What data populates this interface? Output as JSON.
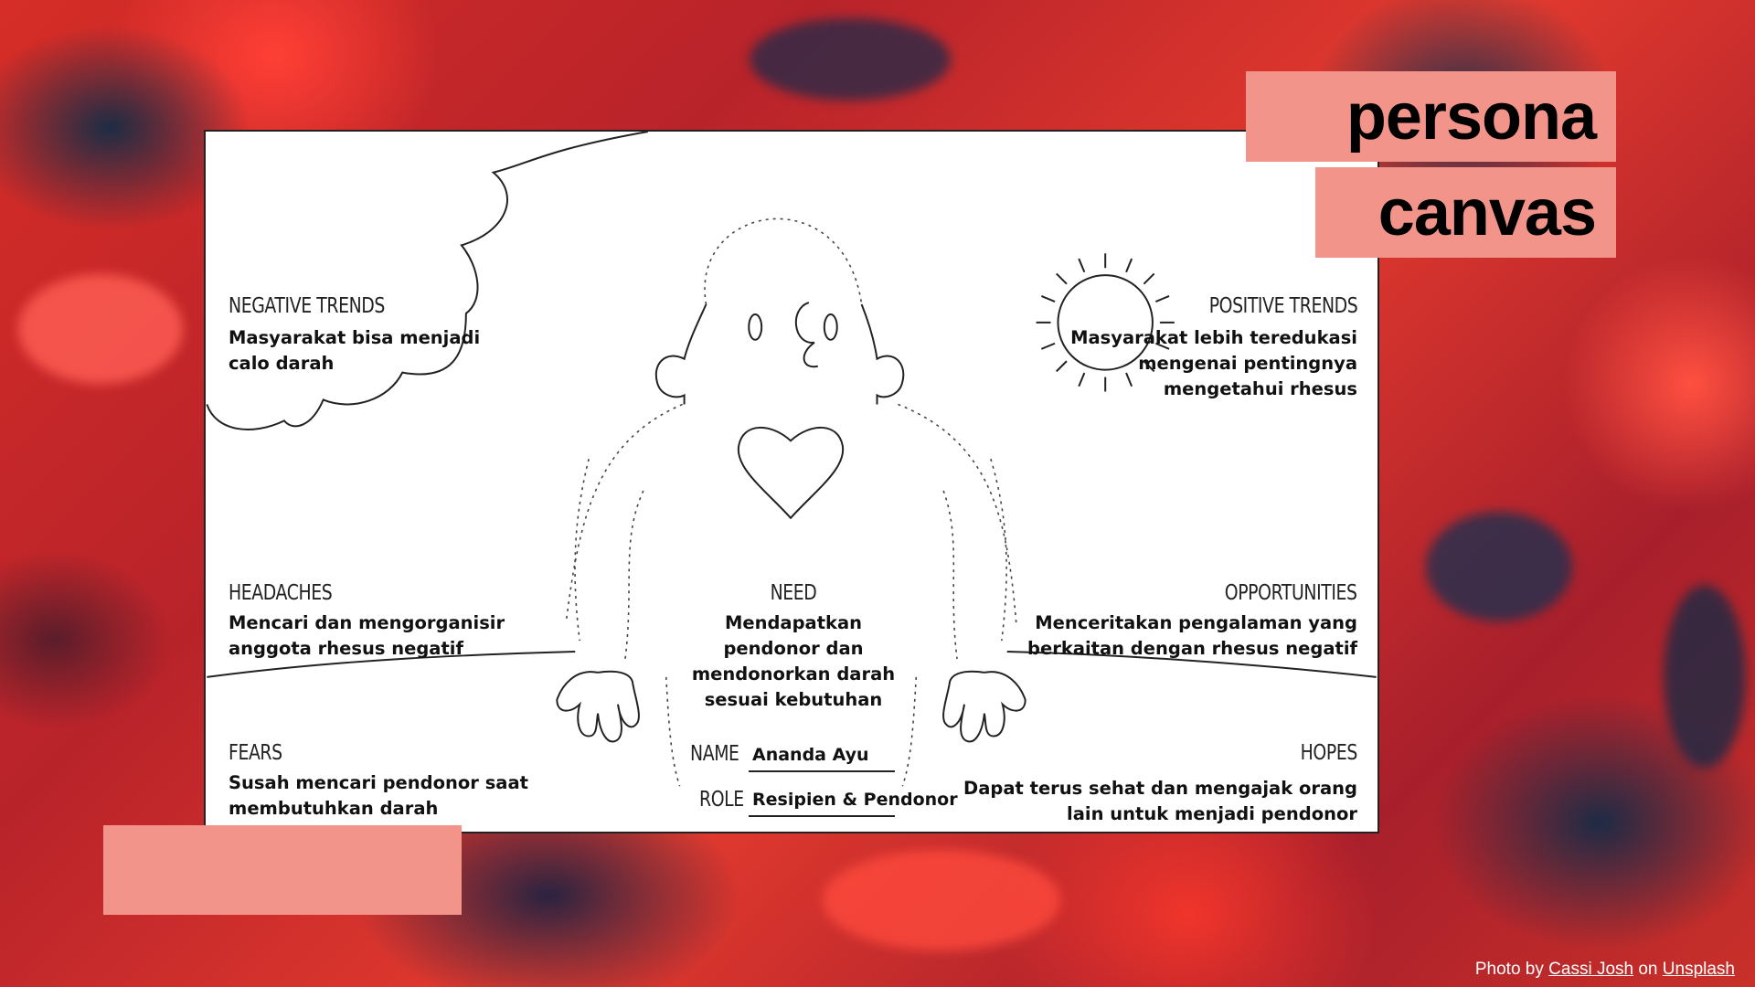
{
  "title": {
    "line1": "persona",
    "line2": "canvas"
  },
  "sections": {
    "negative_trends": {
      "label": "NEGATIVE TRENDS",
      "text": [
        "Masyarakat bisa menjadi",
        "calo darah"
      ]
    },
    "positive_trends": {
      "label": "POSITIVE TRENDS",
      "text": [
        "Masyarakat lebih teredukasi",
        "mengenai pentingnya",
        "mengetahui rhesus"
      ]
    },
    "headaches": {
      "label": "HEADACHES",
      "text": [
        "Mencari dan mengorganisir",
        "anggota rhesus negatif"
      ]
    },
    "need": {
      "label": "NEED",
      "text": [
        "Mendapatkan",
        "pendonor dan",
        "mendonorkan darah",
        "sesuai kebutuhan"
      ]
    },
    "opportunities": {
      "label": "OPPORTUNITIES",
      "text": [
        "Menceritakan pengalaman yang",
        "berkaitan dengan rhesus negatif"
      ]
    },
    "fears": {
      "label": "FEARS",
      "text": [
        "Susah mencari pendonor saat",
        "membutuhkan darah"
      ]
    },
    "hopes": {
      "label": "HOPES",
      "text": [
        "Dapat terus sehat dan mengajak orang",
        "lain untuk menjadi pendonor"
      ]
    }
  },
  "persona": {
    "name_label": "NAME",
    "name_value": "Ananda Ayu",
    "role_label": "ROLE",
    "role_value": "Resipien & Pendonor"
  },
  "credit": {
    "prefix": "Photo by",
    "author": "Cassi Josh",
    "middle": "on",
    "source": "Unsplash"
  },
  "colors": {
    "accent": "#f2948a",
    "background": "#d62d27",
    "ink": "#222222"
  }
}
